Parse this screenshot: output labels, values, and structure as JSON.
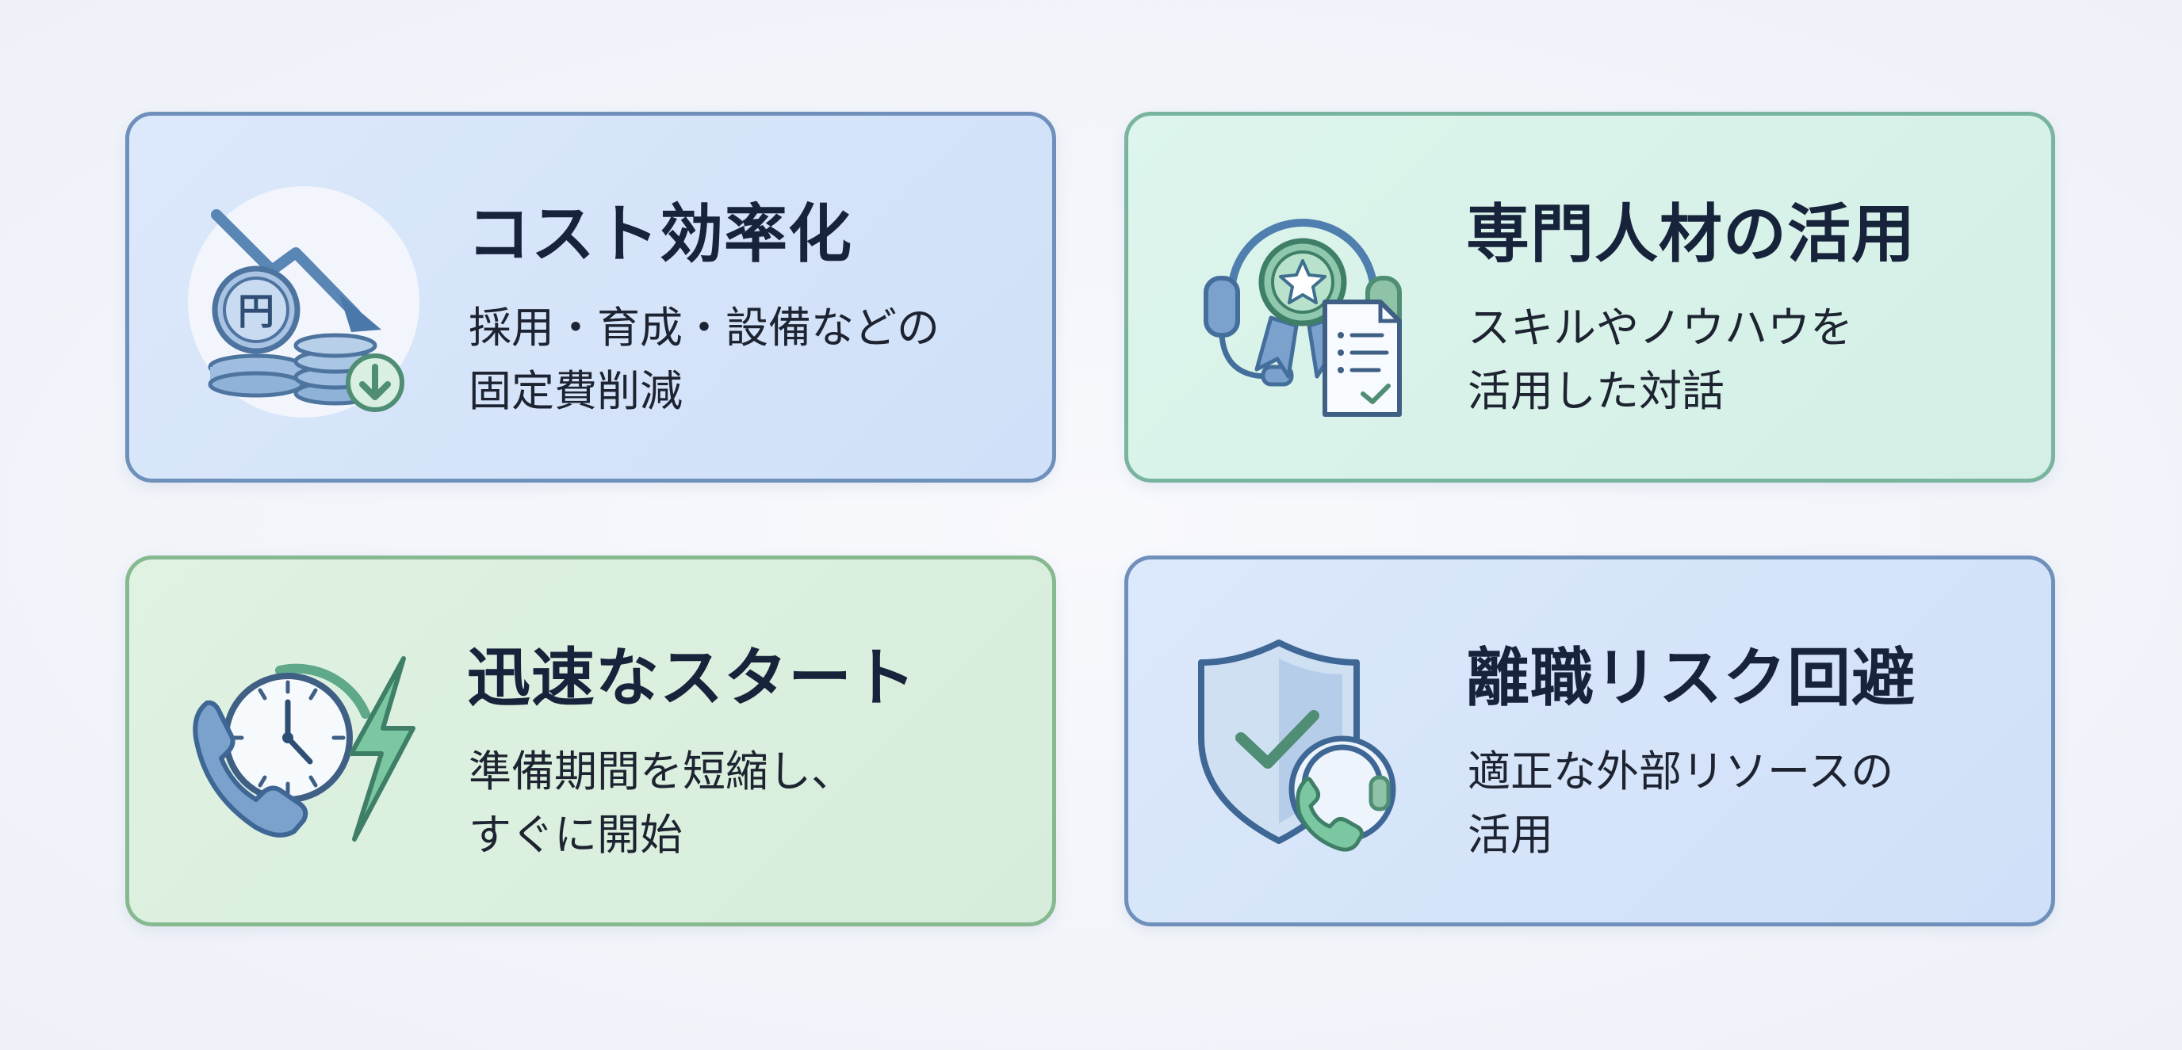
{
  "cards": [
    {
      "title": "コスト効率化",
      "lines": [
        "採用・育成・設備などの",
        "固定費削減"
      ],
      "icon": "cost-reduction-icon",
      "icon_text": "円"
    },
    {
      "title": "専門人材の活用",
      "lines": [
        "スキルやノウハウを",
        "活用した対話"
      ],
      "icon": "expert-headset-icon"
    },
    {
      "title": "迅速なスタート",
      "lines": [
        "準備期間を短縮し、",
        "すぐに開始"
      ],
      "icon": "quick-start-icon"
    },
    {
      "title": "離職リスク回避",
      "lines": [
        "適正な外部リソースの",
        "活用"
      ],
      "icon": "risk-shield-icon"
    }
  ],
  "colors": {
    "blue_card": "#d6e4f9",
    "green_card": "#d8f2e9",
    "light_green_card": "#dbefde",
    "icon_blue": "#5a86b5",
    "icon_green": "#5fa88a",
    "title_text": "#17233b"
  }
}
